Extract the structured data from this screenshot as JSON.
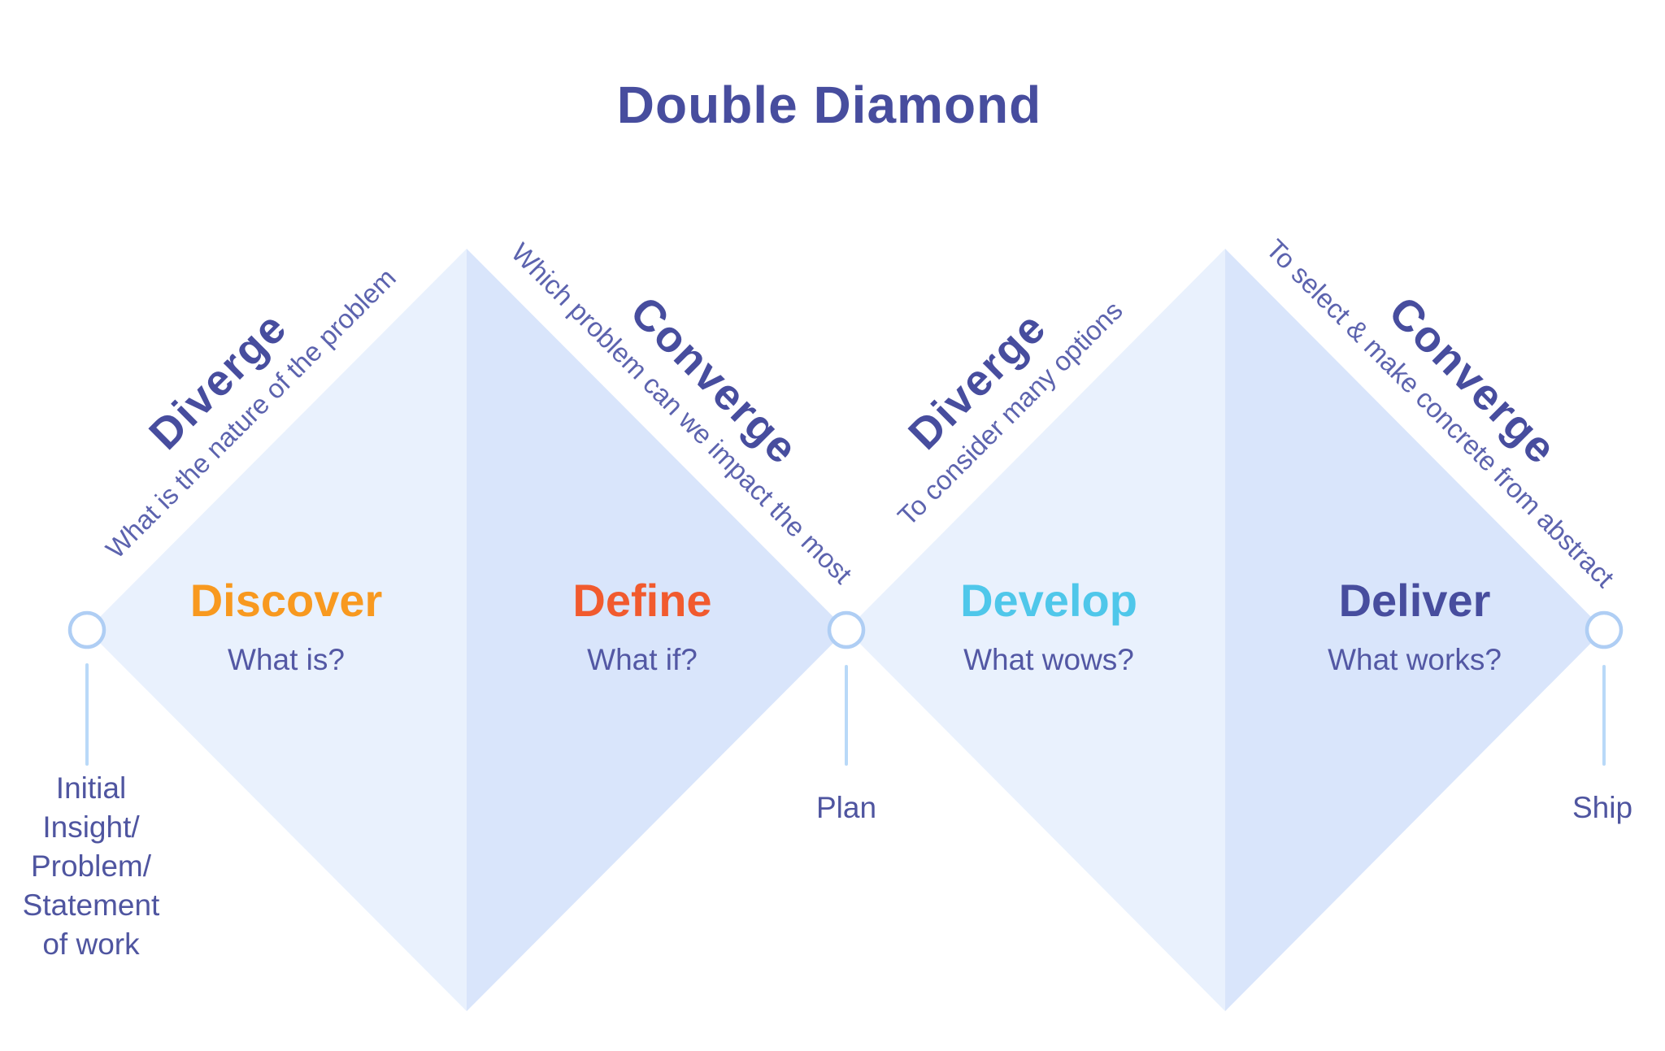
{
  "title": "Double Diamond",
  "colors": {
    "title_text": "#474D9E",
    "half_light": "#E9F1FD",
    "half_dark": "#D9E5FB",
    "node_fill": "#FFFFFF",
    "node_stroke": "#AFCEF4",
    "connector": "#B9D9F8",
    "edge_word_text": "#474D9E",
    "edge_phrase_text": "#5C63AE",
    "question_text": "#5358A4",
    "milestone_text": "#4F55A0",
    "discover_text": "#F8991F",
    "define_text": "#F15A2E",
    "develop_text": "#4FC7EA",
    "deliver_text": "#474D9E"
  },
  "edge_labels": [
    {
      "word": "Diverge",
      "phrase": "What is the nature of the problem"
    },
    {
      "word": "Converge",
      "phrase": "Which problem can we impact the most"
    },
    {
      "word": "Diverge",
      "phrase": "To consider many options"
    },
    {
      "word": "Converge",
      "phrase": "To select & make concrete from abstract"
    }
  ],
  "phases": [
    {
      "name": "Discover",
      "question": "What is?",
      "color": "#F8991F"
    },
    {
      "name": "Define",
      "question": "What if?",
      "color": "#F15A2E"
    },
    {
      "name": "Develop",
      "question": "What wows?",
      "color": "#4FC7EA"
    },
    {
      "name": "Deliver",
      "question": "What works?",
      "color": "#474D9E"
    }
  ],
  "milestones": [
    {
      "label": "Initial\nInsight/\nProblem/\nStatement\nof work"
    },
    {
      "label": "Plan"
    },
    {
      "label": "Ship"
    }
  ]
}
